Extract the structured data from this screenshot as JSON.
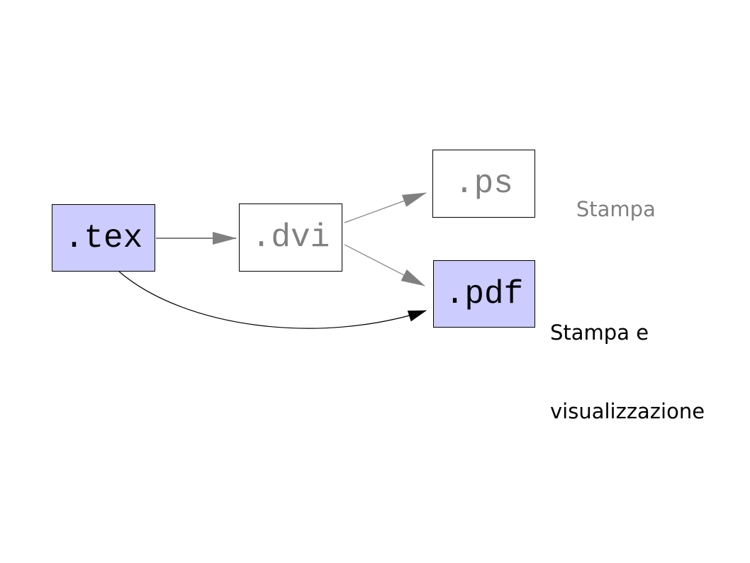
{
  "diagram": {
    "description": "Flusso di compilazione LaTeX: da .tex a .dvi, quindi .ps o .pdf",
    "nodes": [
      {
        "id": "tex",
        "label": ".tex",
        "style": "highlighted"
      },
      {
        "id": "dvi",
        "label": ".dvi",
        "style": "plain"
      },
      {
        "id": "ps",
        "label": ".ps",
        "style": "plain"
      },
      {
        "id": "pdf",
        "label": ".pdf",
        "style": "highlighted"
      }
    ],
    "captions": {
      "ps": "Stampa",
      "pdf_line1": "Stampa e",
      "pdf_line2": "visualizzazione"
    },
    "edges": [
      {
        "from": "tex",
        "to": "dvi",
        "color": "gray",
        "shape": "straight"
      },
      {
        "from": "dvi",
        "to": "ps",
        "color": "gray",
        "shape": "straight"
      },
      {
        "from": "dvi",
        "to": "pdf",
        "color": "gray",
        "shape": "straight"
      },
      {
        "from": "tex",
        "to": "pdf",
        "color": "black",
        "shape": "curved"
      }
    ],
    "colors": {
      "background": "#ffffff",
      "node_highlight": "#ccccff",
      "border": "#000000",
      "muted": "#808080",
      "arrow_gray": "#808080",
      "arrow_black": "#000000"
    }
  }
}
